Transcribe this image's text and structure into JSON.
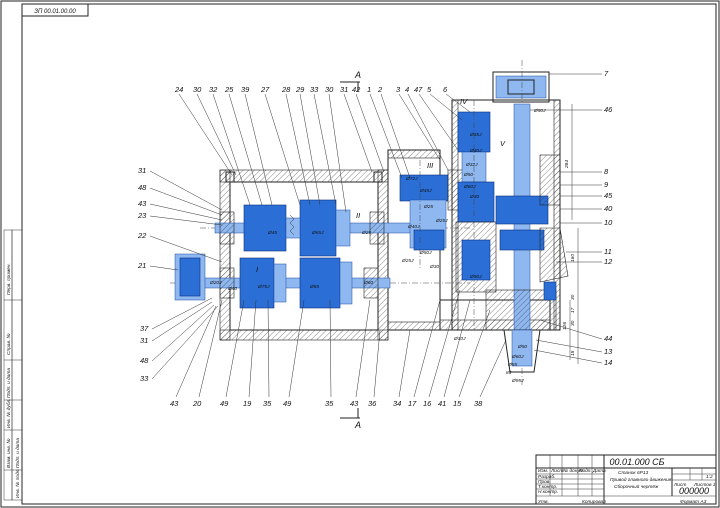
{
  "top_code": "ЗП 00.01.00.00",
  "section_marker": "А",
  "roman": [
    "I",
    "II",
    "III",
    "IV",
    "V"
  ],
  "leader_labels": {
    "top": [
      "24",
      "30",
      "32",
      "25",
      "39",
      "27",
      "28",
      "29",
      "33",
      "30",
      "31",
      "42",
      "1",
      "2",
      "3",
      "4",
      "47",
      "5",
      "6"
    ],
    "left": [
      "31",
      "48",
      "43",
      "23",
      "22",
      "21",
      "37",
      "31",
      "48",
      "33"
    ],
    "right": [
      "7",
      "46",
      "8",
      "9",
      "45",
      "40",
      "10",
      "11",
      "12",
      "44",
      "13",
      "14"
    ],
    "bottom": [
      "43",
      "20",
      "49",
      "19",
      "35",
      "49",
      "35",
      "43",
      "36",
      "34",
      "17",
      "16",
      "41",
      "15",
      "38"
    ]
  },
  "dimensions": [
    "Ø25Ј",
    "Ø50Ј",
    "Ø30",
    "Ø25",
    "Ø45Ј",
    "Ø60Ј",
    "Ø50",
    "Ø32Ј",
    "Ø35Ј",
    "Ø40Ј",
    "Ø90Ј",
    "Ø30Ј",
    "Ø60Ј",
    "Ø55",
    "85",
    "Ø95Ј",
    "Ø50",
    "Ø45",
    "Ø65Ј",
    "Ø25",
    "Ø75Ј",
    "Ø85",
    "Ø20Ј",
    "Ø60",
    "Ø40",
    "Ø40Ј",
    "Ø72Ј",
    "Ø25Ј",
    "Ø30",
    "284",
    "160",
    "30",
    "17",
    "126",
    "30",
    "15",
    "Ø50Ј"
  ],
  "title_block": {
    "designation": "00.01.000 СБ",
    "name_line1": "Станок 6Р13",
    "name_line2": "Привод главного движения",
    "name_line3": "Сборочный чертёж",
    "org": "000000",
    "mass_scale": "1:2",
    "sheet": "Лист",
    "sheets": "Листов 1",
    "copied": "Копировал",
    "format": "Формат А3"
  },
  "left_strip": [
    "Перв. примен.",
    "Справ. №",
    "Подп. и дата",
    "Инв. № дубл.",
    "Взам. инв. №",
    "Подп. и дата",
    "Инв. № подл."
  ],
  "stamp_rows": [
    "Изм.",
    "Лист",
    "№ докум.",
    "Подп.",
    "Дата",
    "Разраб.",
    "Пров.",
    "Т.контр.",
    "Н.контр.",
    "Утв."
  ],
  "colors": {
    "blue": "#2b6fd6",
    "light_blue": "#8fb8f0",
    "line": "#222222"
  }
}
